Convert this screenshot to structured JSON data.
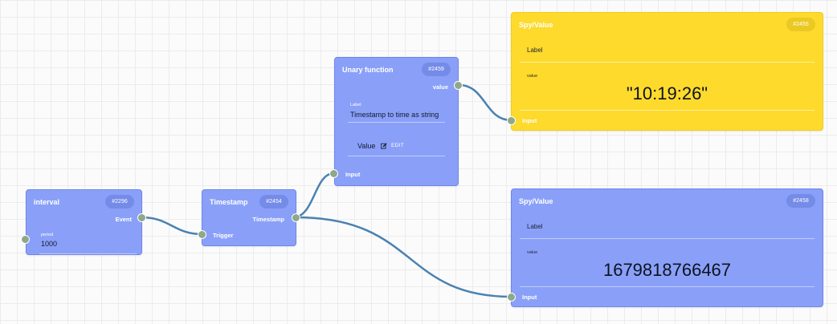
{
  "colors": {
    "wire": "#4a82b2",
    "node_blue": "#8aa0f8",
    "node_yellow": "#fdda2c",
    "port": "#8fa88a"
  },
  "nodes": {
    "interval": {
      "title": "interval",
      "id": "#2296",
      "output_label": "Event",
      "field_label": "period",
      "field_value": "1000"
    },
    "timestamp": {
      "title": "Timestamp",
      "id": "#2454",
      "output_label": "Timestamp",
      "input_label": "Trigger"
    },
    "unary": {
      "title": "Unary function",
      "id": "#2459",
      "output_label": "value",
      "field_label": "Label",
      "field_value": "Timestamp to time as string",
      "value_label": "Value",
      "edit_label": "EDIT",
      "edit_icon": "pencil-icon",
      "input_label": "Input"
    },
    "spy_top": {
      "title": "Spy/Value",
      "id": "#2455",
      "label_text": "Label",
      "value_small": "value",
      "value": "\"10:19:26\"",
      "input_label": "Input"
    },
    "spy_bottom": {
      "title": "Spy/Value",
      "id": "#2458",
      "label_text": "Label",
      "value_small": "value",
      "value": "1679818766467",
      "input_label": "Input"
    }
  }
}
